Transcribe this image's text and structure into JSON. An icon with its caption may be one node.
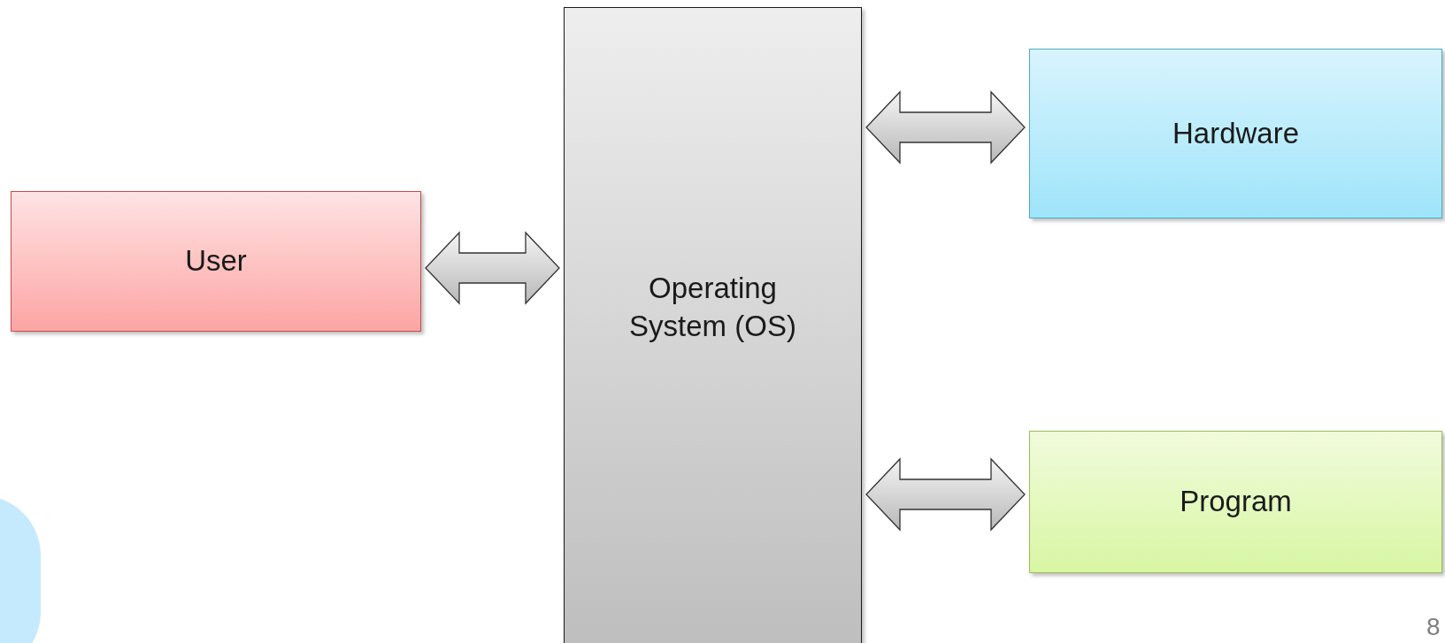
{
  "diagram": {
    "nodes": [
      {
        "text": [
          "User"
        ]
      },
      {
        "text": [
          "Operating System (OS)"
        ]
      },
      {
        "text": [
          "Hardware"
        ]
      },
      {
        "text": [
          "Program"
        ]
      }
    ],
    "edges": [
      {
        "from": 0,
        "to": 1,
        "arrow": "both"
      },
      {
        "from": 1,
        "to": 2,
        "arrow": "both"
      },
      {
        "from": 1,
        "to": 3,
        "arrow": "both"
      }
    ],
    "labels": [
      "8"
    ]
  }
}
